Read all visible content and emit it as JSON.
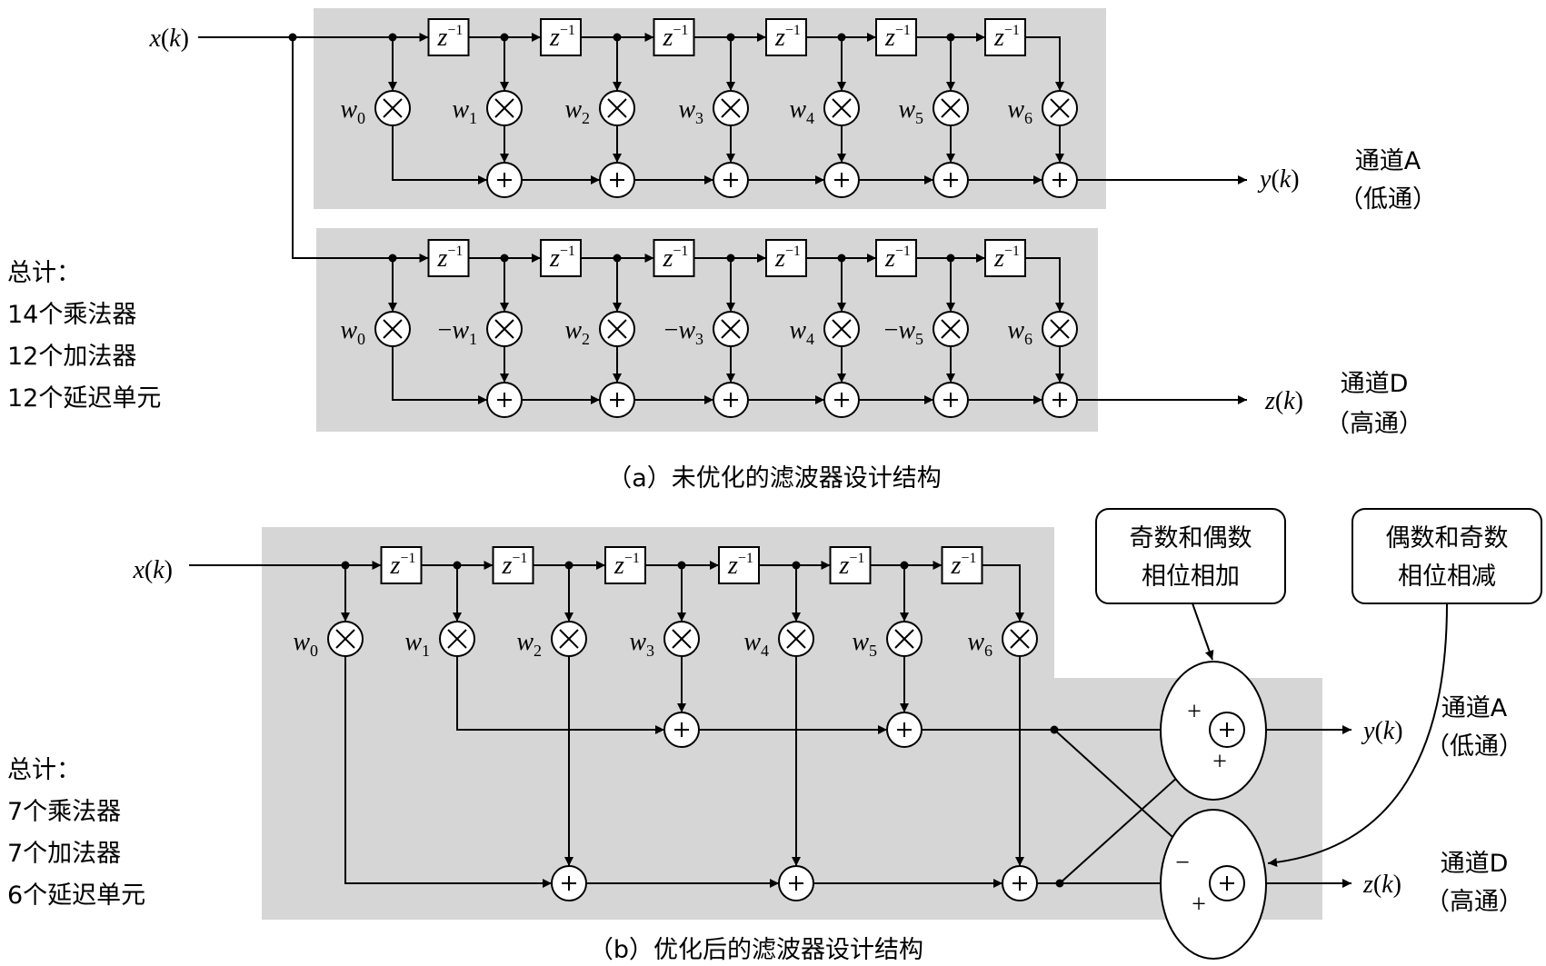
{
  "input": {
    "label": "x(k)"
  },
  "delay": {
    "label": "z",
    "exponent": "−1"
  },
  "weights": {
    "channel_a": [
      "w0",
      "w1",
      "w2",
      "w3",
      "w4",
      "w5",
      "w6"
    ],
    "channel_d": [
      "w0",
      "−w1",
      "w2",
      "−w3",
      "w4",
      "−w5",
      "w6"
    ],
    "optimized": [
      "w0",
      "w1",
      "w2",
      "w3",
      "w4",
      "w5",
      "w6"
    ]
  },
  "part_a": {
    "caption": "（a）未优化的滤波器设计结构",
    "output_a": "y(k)",
    "output_d": "z(k)",
    "channel_a": [
      "通道A",
      "（低通）"
    ],
    "channel_d": [
      "通道D",
      "（高通）"
    ],
    "totals": [
      "总计：",
      "14个乘法器",
      "12个加法器",
      "12个延迟单元"
    ]
  },
  "part_b": {
    "caption": "（b）优化后的滤波器设计结构",
    "output_a": "y(k)",
    "output_d": "z(k)",
    "channel_a": [
      "通道A",
      "（低通）"
    ],
    "channel_d": [
      "通道D",
      "（高通）"
    ],
    "totals": [
      "总计：",
      "7个乘法器",
      "7个加法器",
      "6个延迟单元"
    ],
    "callout_add": [
      "奇数和偶数",
      "相位相加"
    ],
    "callout_sub": [
      "偶数和奇数",
      "相位相减"
    ],
    "signs_add": [
      "+",
      "+"
    ],
    "signs_sub": [
      "−",
      "+"
    ]
  },
  "symbols": {
    "multiply": "×",
    "add": "+"
  }
}
